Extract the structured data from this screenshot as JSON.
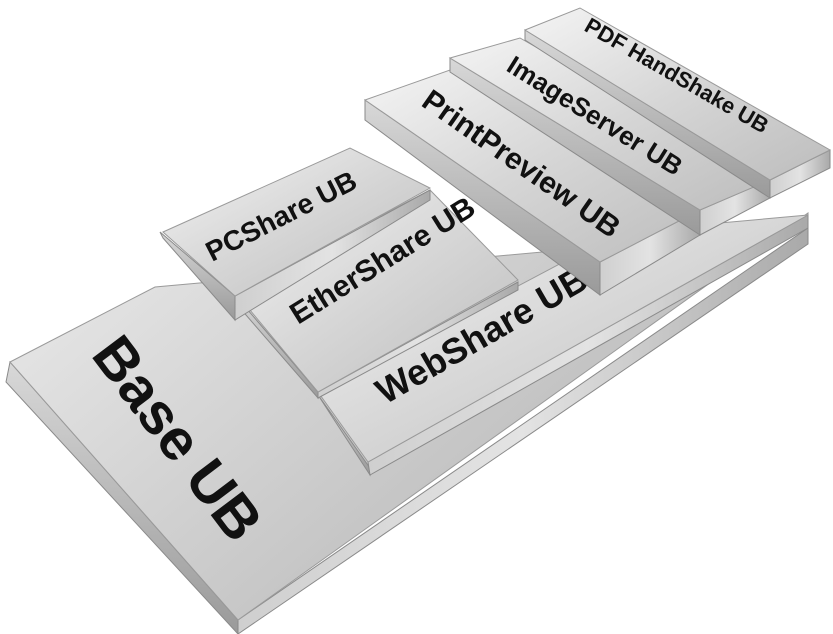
{
  "diagram": {
    "blocks": [
      {
        "id": "base",
        "label": "Base UB"
      },
      {
        "id": "webshare",
        "label": "WebShare UB"
      },
      {
        "id": "ethershare",
        "label": "EtherShare UB"
      },
      {
        "id": "pcshare",
        "label": "PCShare UB"
      },
      {
        "id": "printpreview",
        "label": "PrintPreview UB"
      },
      {
        "id": "imageserver",
        "label": "ImageServer UB"
      },
      {
        "id": "pdfhandshake",
        "label": "PDF HandShake UB"
      }
    ]
  }
}
